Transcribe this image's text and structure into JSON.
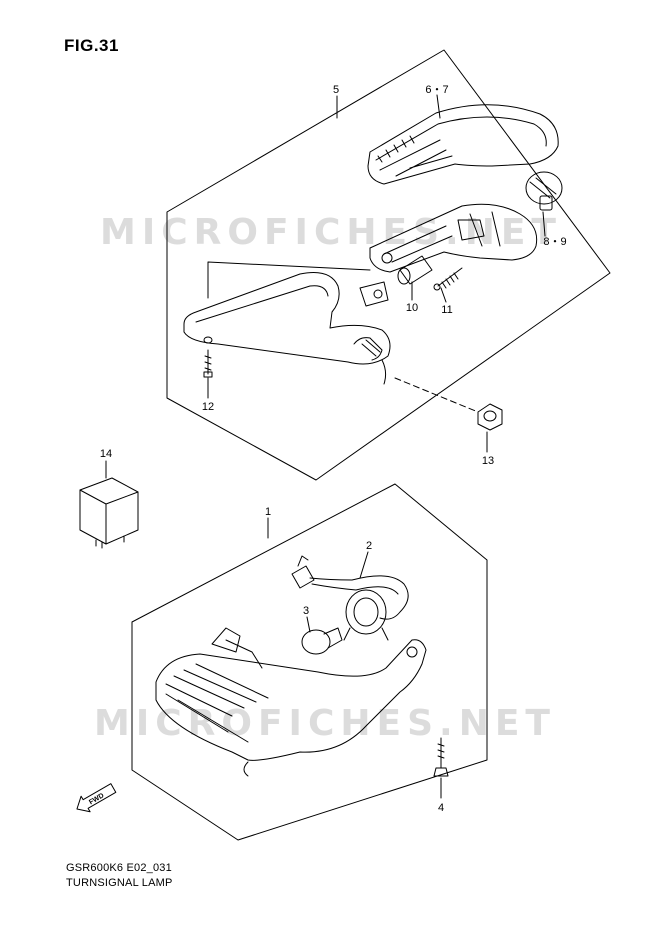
{
  "figure": {
    "title": "FIG.31",
    "model_code": "GSR600K6 E02_031",
    "section_name": "TURNSIGNAL LAMP"
  },
  "callouts": {
    "c1": "1",
    "c2": "2",
    "c3": "3",
    "c4": "4",
    "c5": "5",
    "c6_7": "6・7",
    "c8_9": "8・9",
    "c10": "10",
    "c11": "11",
    "c12": "12",
    "c13": "13",
    "c14": "14"
  },
  "direction_marker": "FWD",
  "watermarks": [
    "MICROFICHES.NET",
    "MICROFICHES.NET"
  ],
  "colors": {
    "line": "#000000",
    "background": "#ffffff",
    "watermark": "#dcdcdc"
  }
}
